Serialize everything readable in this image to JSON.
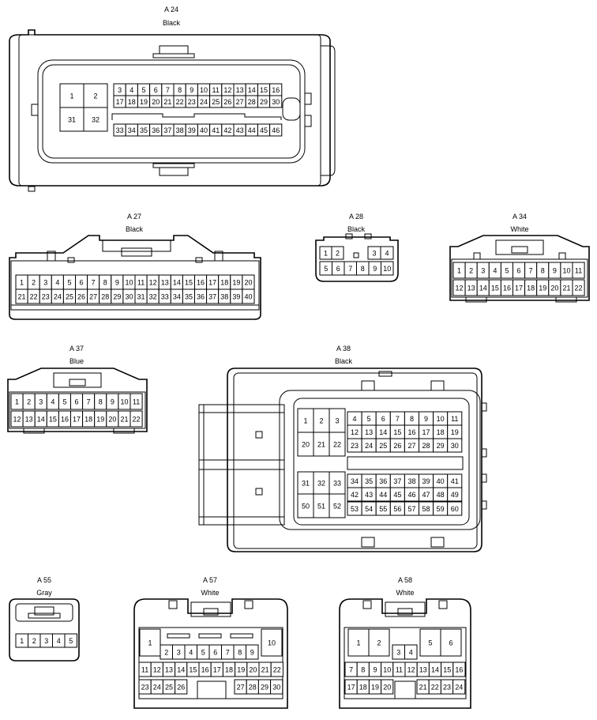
{
  "connectors": [
    {
      "id": "A 24",
      "color": "Black"
    },
    {
      "id": "A 27",
      "color": "Black"
    },
    {
      "id": "A 28",
      "color": "Black"
    },
    {
      "id": "A 34",
      "color": "White"
    },
    {
      "id": "A 37",
      "color": "Blue"
    },
    {
      "id": "A 38",
      "color": "Black"
    },
    {
      "id": "A 55",
      "color": "Gray"
    },
    {
      "id": "A 57",
      "color": "White"
    },
    {
      "id": "A 58",
      "color": "White"
    }
  ],
  "pins": {
    "a24": [
      "1",
      "2",
      "31",
      "32",
      "3",
      "4",
      "5",
      "6",
      "7",
      "8",
      "9",
      "10",
      "11",
      "12",
      "13",
      "14",
      "15",
      "16",
      "17",
      "18",
      "19",
      "20",
      "21",
      "22",
      "23",
      "24",
      "25",
      "26",
      "27",
      "28",
      "29",
      "30",
      "33",
      "34",
      "35",
      "36",
      "37",
      "38",
      "39",
      "40",
      "41",
      "42",
      "43",
      "44",
      "45",
      "46"
    ],
    "a27": [
      "1",
      "2",
      "3",
      "4",
      "5",
      "6",
      "7",
      "8",
      "9",
      "10",
      "11",
      "12",
      "13",
      "14",
      "15",
      "16",
      "17",
      "18",
      "19",
      "20",
      "21",
      "22",
      "23",
      "24",
      "25",
      "26",
      "27",
      "28",
      "29",
      "30",
      "31",
      "32",
      "33",
      "34",
      "35",
      "36",
      "37",
      "38",
      "39",
      "40"
    ],
    "a28": [
      "1",
      "2",
      "3",
      "4",
      "5",
      "6",
      "7",
      "8",
      "9",
      "10"
    ],
    "a34": [
      "1",
      "2",
      "3",
      "4",
      "5",
      "6",
      "7",
      "8",
      "9",
      "10",
      "11",
      "12",
      "13",
      "14",
      "15",
      "16",
      "17",
      "18",
      "19",
      "20",
      "21",
      "22"
    ],
    "a37": [
      "1",
      "2",
      "3",
      "4",
      "5",
      "6",
      "7",
      "8",
      "9",
      "10",
      "11",
      "12",
      "13",
      "14",
      "15",
      "16",
      "17",
      "18",
      "19",
      "20",
      "21",
      "22"
    ],
    "a38": [
      "1",
      "2",
      "3",
      "20",
      "21",
      "22",
      "4",
      "5",
      "6",
      "7",
      "8",
      "9",
      "10",
      "11",
      "12",
      "13",
      "14",
      "15",
      "16",
      "17",
      "18",
      "19",
      "23",
      "24",
      "25",
      "26",
      "27",
      "28",
      "29",
      "30",
      "31",
      "32",
      "33",
      "50",
      "51",
      "52",
      "34",
      "35",
      "36",
      "37",
      "38",
      "39",
      "40",
      "41",
      "42",
      "43",
      "44",
      "45",
      "46",
      "47",
      "48",
      "49",
      "53",
      "54",
      "55",
      "56",
      "57",
      "58",
      "59",
      "60"
    ],
    "a55": [
      "1",
      "2",
      "3",
      "4",
      "5"
    ],
    "a57": [
      "1",
      "10",
      "2",
      "3",
      "4",
      "5",
      "6",
      "7",
      "8",
      "9",
      "11",
      "12",
      "13",
      "14",
      "15",
      "16",
      "17",
      "18",
      "19",
      "20",
      "21",
      "22",
      "23",
      "24",
      "25",
      "26",
      "27",
      "28",
      "29",
      "30"
    ],
    "a58": [
      "1",
      "2",
      "5",
      "6",
      "3",
      "4",
      "7",
      "8",
      "9",
      "10",
      "11",
      "12",
      "13",
      "14",
      "15",
      "16",
      "17",
      "18",
      "19",
      "20",
      "21",
      "22",
      "23",
      "24"
    ]
  }
}
